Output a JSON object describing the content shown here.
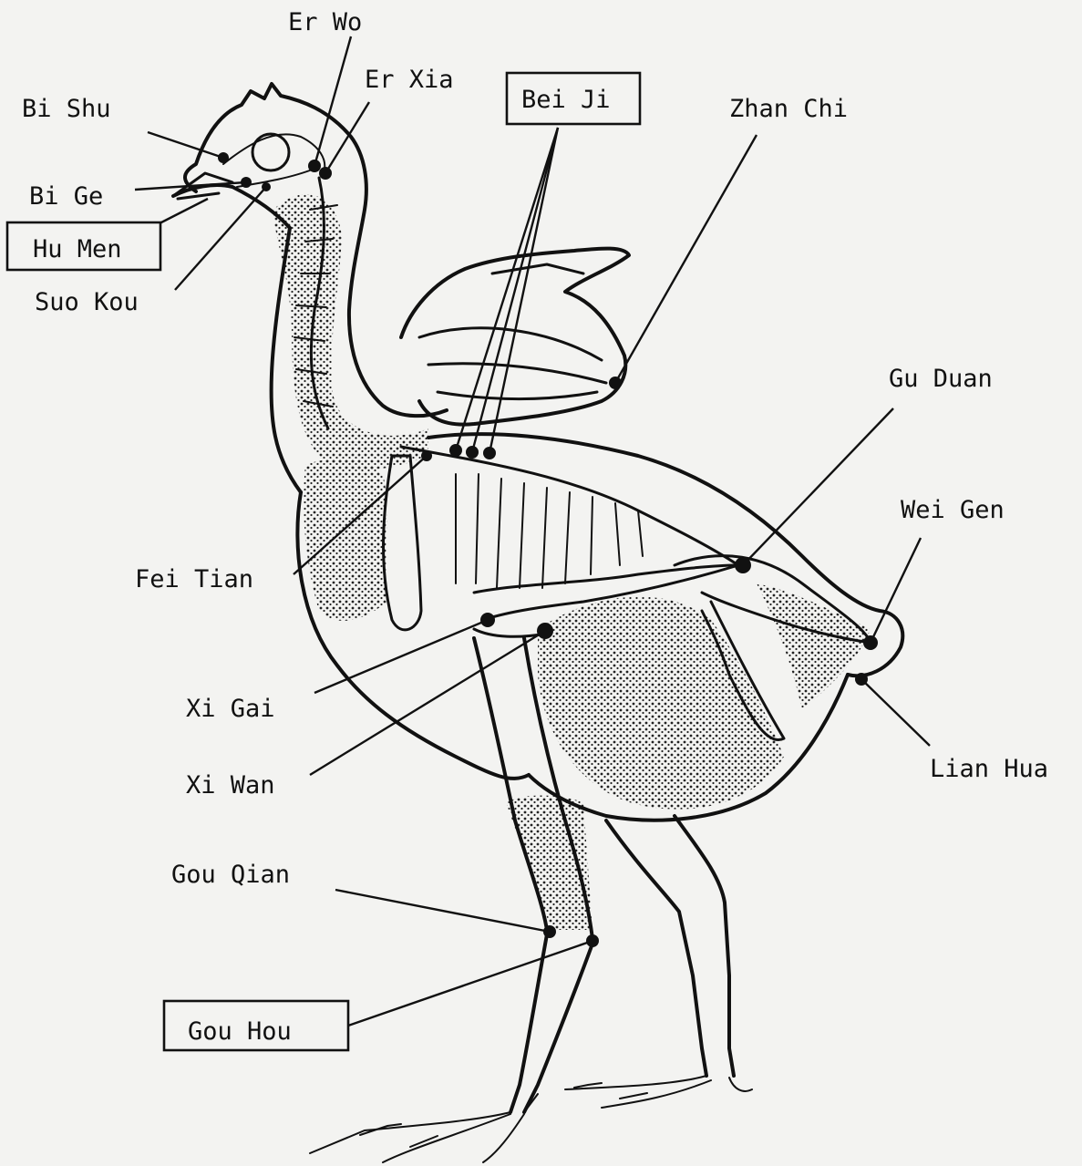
{
  "diagram": {
    "labels": {
      "er_wo": "Er Wo",
      "er_xia": "Er Xia",
      "bei_ji": "Bei Ji",
      "zhan_chi": "Zhan Chi",
      "bi_shu": "Bi Shu",
      "bi_ge": "Bi Ge",
      "hu_men": "Hu Men",
      "suo_kou": "Suo Kou",
      "gu_duan": "Gu Duan",
      "wei_gen": "Wei Gen",
      "fei_tian": "Fei Tian",
      "xi_gai": "Xi Gai",
      "xi_wan": "Xi Wan",
      "lian_hua": "Lian Hua",
      "gou_qian": "Gou Qian",
      "gou_hou": "Gou Hou"
    },
    "boxed_labels": [
      "bei_ji",
      "hu_men",
      "gou_hou"
    ]
  }
}
